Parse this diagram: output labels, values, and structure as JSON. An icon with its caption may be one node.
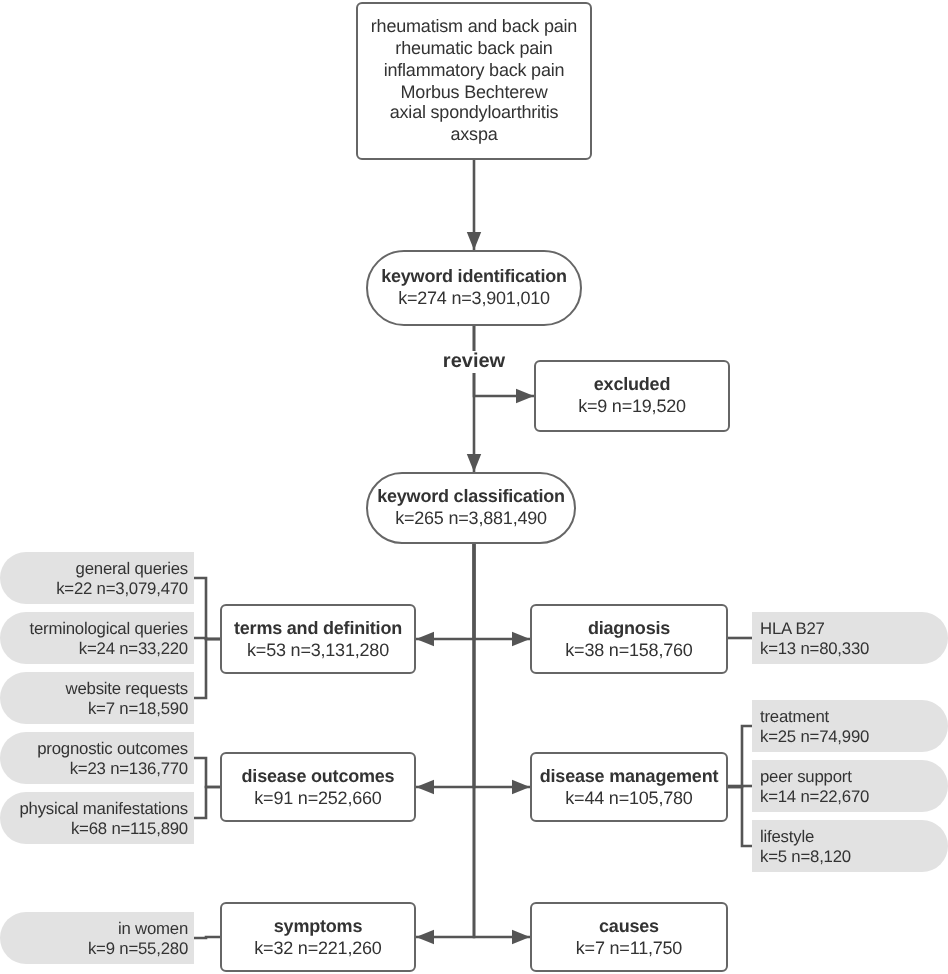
{
  "diagram": {
    "nodes": [
      {
        "text": [
          "rheumatism and back pain",
          "rheumatic back pain",
          "inflammatory back pain",
          "Morbus Bechterew",
          "axial spondyloarthritis",
          "axspa"
        ]
      },
      {
        "text": [
          "keyword identification",
          "k=274 n=3,901,010"
        ]
      },
      {
        "text": [
          "excluded",
          "k=9 n=19,520"
        ]
      },
      {
        "text": [
          "keyword classification",
          "k=265 n=3,881,490"
        ]
      },
      {
        "text": [
          "general queries",
          "k=22 n=3,079,470"
        ]
      },
      {
        "text": [
          "terminological queries",
          "k=24 n=33,220"
        ]
      },
      {
        "text": [
          "website requests",
          "k=7 n=18,590"
        ]
      },
      {
        "text": [
          "terms and definition",
          "k=53 n=3,131,280"
        ]
      },
      {
        "text": [
          "diagnosis",
          "k=38 n=158,760"
        ]
      },
      {
        "text": [
          "HLA B27",
          "k=13 n=80,330"
        ]
      },
      {
        "text": [
          "prognostic outcomes",
          "k=23 n=136,770"
        ]
      },
      {
        "text": [
          "physical manifestations",
          "k=68 n=115,890"
        ]
      },
      {
        "text": [
          "disease outcomes",
          "k=91 n=252,660"
        ]
      },
      {
        "text": [
          "disease management",
          "k=44 n=105,780"
        ]
      },
      {
        "text": [
          "treatment",
          "k=25 n=74,990"
        ]
      },
      {
        "text": [
          "peer support",
          "k=14 n=22,670"
        ]
      },
      {
        "text": [
          "lifestyle",
          "k=5 n=8,120"
        ]
      },
      {
        "text": [
          "in women",
          "k=9 n=55,280"
        ]
      },
      {
        "text": [
          "symptoms",
          "k=32 n=221,260"
        ]
      },
      {
        "text": [
          "causes",
          "k=7 n=11,750"
        ]
      }
    ],
    "edges": [
      {
        "from": 0,
        "to": 1,
        "arrow": "to"
      },
      {
        "from": 1,
        "to": 3,
        "arrow": "to",
        "label": "review"
      },
      {
        "from": 1,
        "to": 2,
        "arrow": "to"
      },
      {
        "from": 3,
        "to": 7,
        "arrow": "to"
      },
      {
        "from": 3,
        "to": 8,
        "arrow": "to"
      },
      {
        "from": 3,
        "to": 12,
        "arrow": "to"
      },
      {
        "from": 3,
        "to": 13,
        "arrow": "to"
      },
      {
        "from": 3,
        "to": 18,
        "arrow": "to"
      },
      {
        "from": 3,
        "to": 19,
        "arrow": "to"
      },
      {
        "from": 4,
        "to": 7,
        "arrow": "none"
      },
      {
        "from": 5,
        "to": 7,
        "arrow": "none"
      },
      {
        "from": 6,
        "to": 7,
        "arrow": "none"
      },
      {
        "from": 9,
        "to": 8,
        "arrow": "none"
      },
      {
        "from": 10,
        "to": 12,
        "arrow": "none"
      },
      {
        "from": 11,
        "to": 12,
        "arrow": "none"
      },
      {
        "from": 14,
        "to": 13,
        "arrow": "none"
      },
      {
        "from": 15,
        "to": 13,
        "arrow": "none"
      },
      {
        "from": 16,
        "to": 13,
        "arrow": "none"
      },
      {
        "from": 17,
        "to": 18,
        "arrow": "none"
      }
    ]
  }
}
